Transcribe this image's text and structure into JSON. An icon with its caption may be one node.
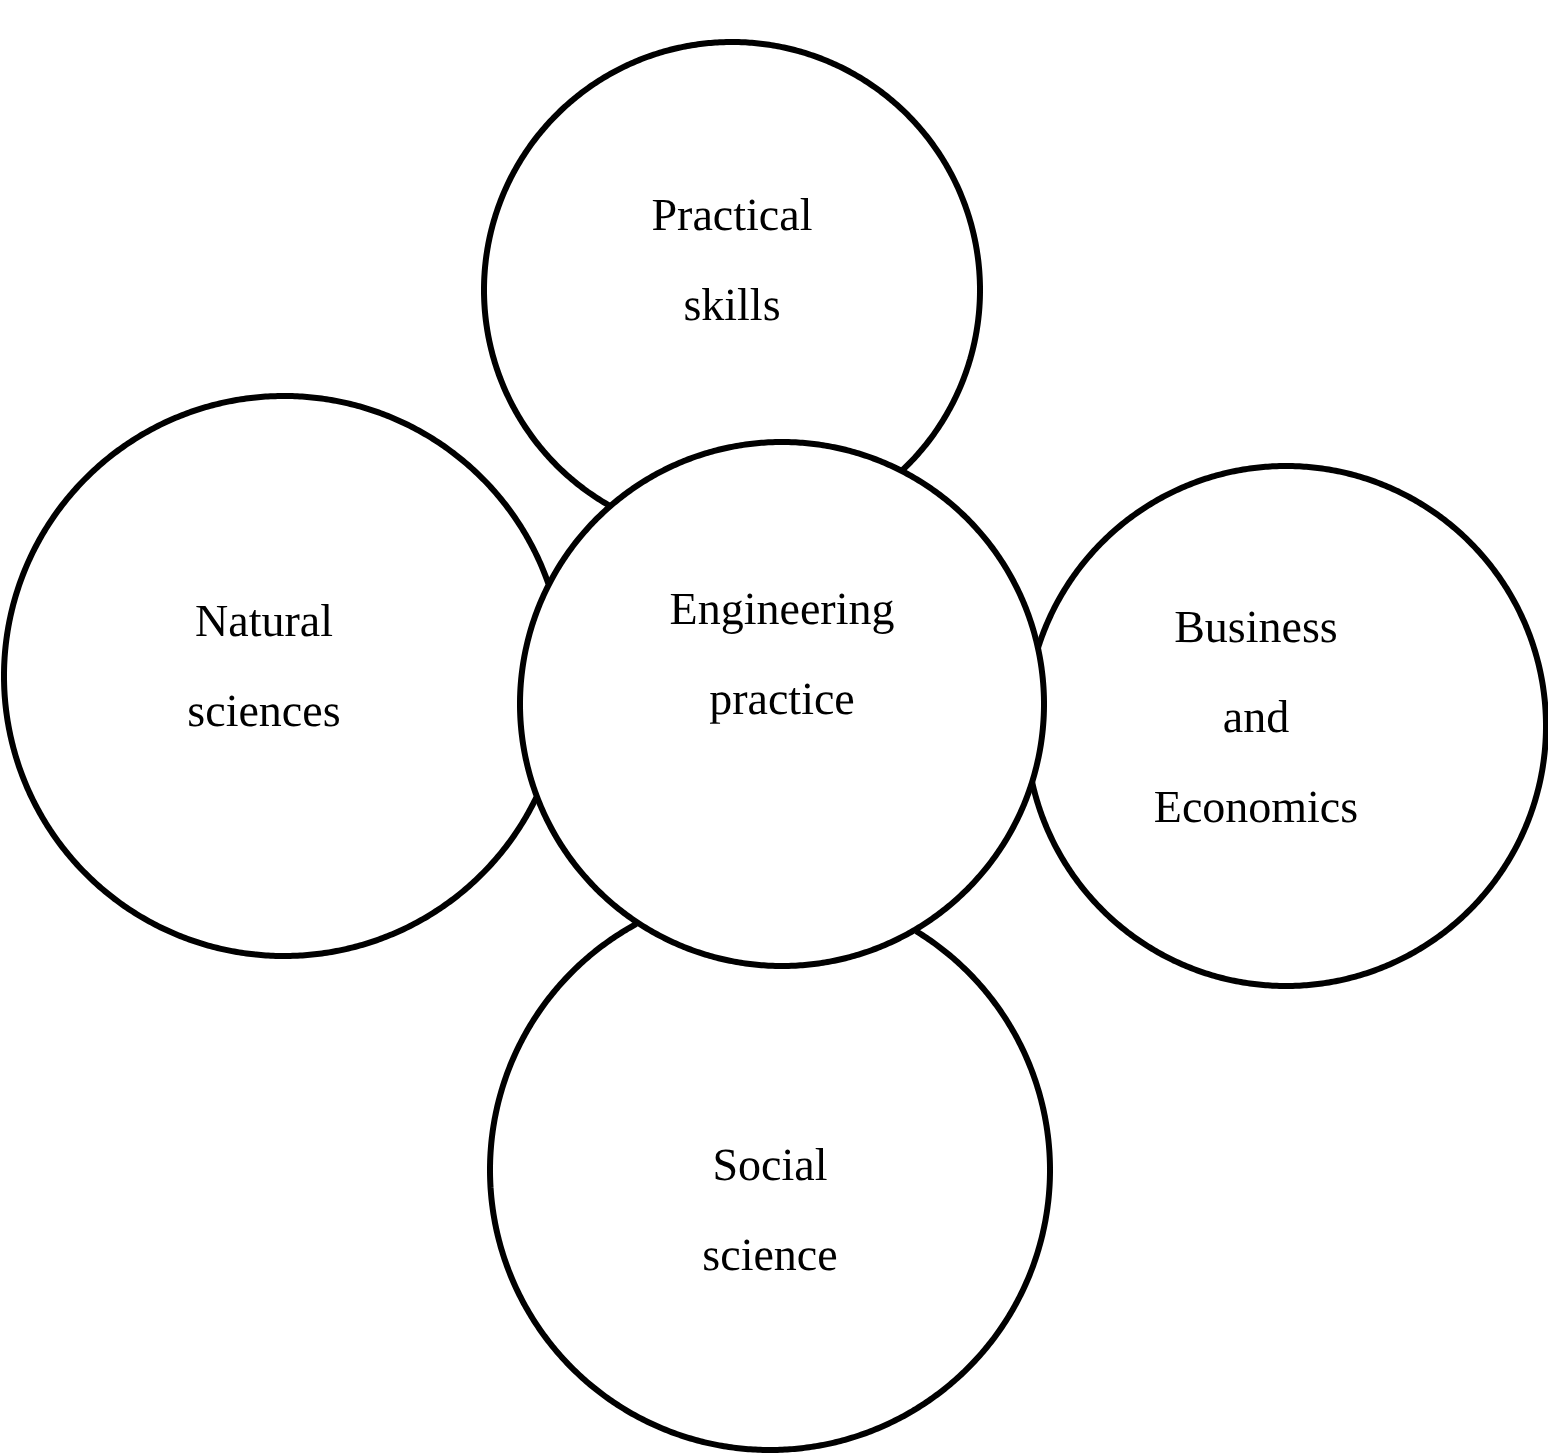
{
  "diagram": {
    "nodes": [
      {
        "text": [
          "Practical skills"
        ]
      },
      {
        "text": [
          "Natural sciences"
        ]
      },
      {
        "text": [
          "Business and Economics"
        ]
      },
      {
        "text": [
          "Social science"
        ]
      },
      {
        "text": [
          "Engineering practice"
        ]
      }
    ]
  }
}
